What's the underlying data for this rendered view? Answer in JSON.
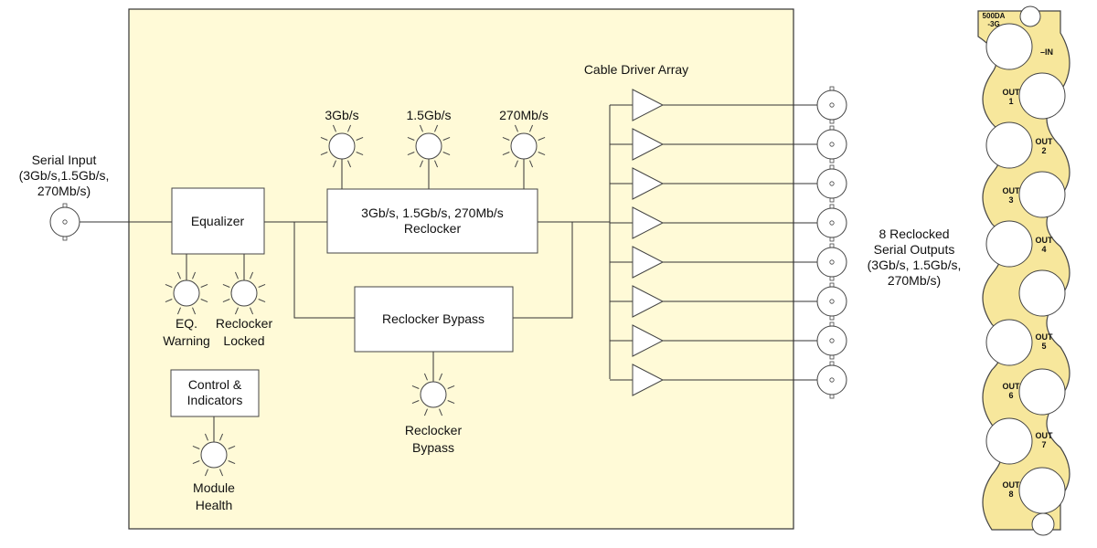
{
  "colors": {
    "module_fill": "#fffad7",
    "panel_fill": "#f7e79c",
    "line": "#333333"
  },
  "input": {
    "label_lines": [
      "Serial Input",
      "(3Gb/s,1.5Gb/s,",
      "270Mb/s)"
    ]
  },
  "blocks": {
    "equalizer": [
      "Equalizer"
    ],
    "reclocker": [
      "3Gb/s, 1.5Gb/s, 270Mb/s",
      "Reclocker"
    ],
    "bypass": [
      "Reclocker Bypass"
    ],
    "control": [
      "Control &",
      "Indicators"
    ]
  },
  "leds": {
    "rate_3g": [
      "3Gb/s"
    ],
    "rate_1_5g": [
      "1.5Gb/s"
    ],
    "rate_270m": [
      "270Mb/s"
    ],
    "eq_warning": [
      "EQ.",
      "Warning"
    ],
    "reclocker_locked": [
      "Reclocker",
      "Locked"
    ],
    "reclocker_bypass": [
      "Reclocker",
      "Bypass"
    ],
    "module_health": [
      "Module",
      "Health"
    ]
  },
  "driver_array": {
    "title": "Cable Driver Array",
    "count": 8
  },
  "outputs": {
    "label_lines": [
      "8 Reclocked",
      "Serial Outputs",
      "(3Gb/s, 1.5Gb/s,",
      "270Mb/s)"
    ]
  },
  "panel": {
    "model_lines": [
      "500DA",
      "-3G"
    ],
    "in_label": "IN",
    "out_label": "OUT",
    "out_numbers": [
      "1",
      "2",
      "3",
      "4",
      "",
      "5",
      "6",
      "7",
      "8"
    ]
  }
}
